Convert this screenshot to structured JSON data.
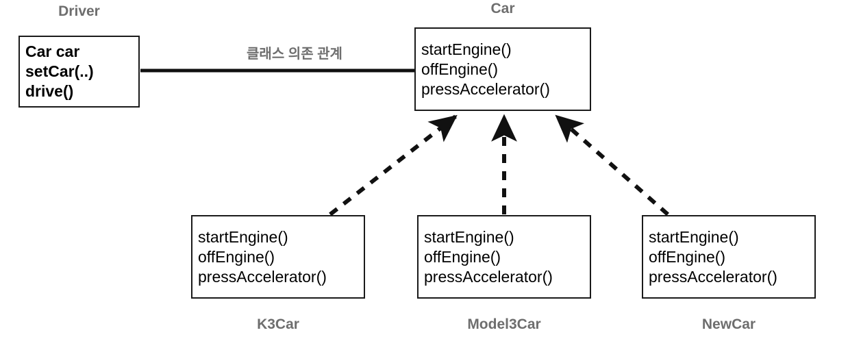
{
  "diagram": {
    "title_color": "#6e6e6e",
    "line_color": "#1a1a1a",
    "background": "#ffffff",
    "nodes": [
      {
        "id": "driver",
        "title": "Driver",
        "title_position": "above",
        "members": [
          "Car car",
          "setCar(..)",
          "drive()"
        ]
      },
      {
        "id": "car",
        "title": "Car",
        "title_position": "above",
        "members": [
          "startEngine()",
          "offEngine()",
          "pressAccelerator()"
        ]
      },
      {
        "id": "k3car",
        "title": "K3Car",
        "title_position": "below",
        "members": [
          "startEngine()",
          "offEngine()",
          "pressAccelerator()"
        ]
      },
      {
        "id": "model3car",
        "title": "Model3Car",
        "title_position": "below",
        "members": [
          "startEngine()",
          "offEngine()",
          "pressAccelerator()"
        ]
      },
      {
        "id": "newcar",
        "title": "NewCar",
        "title_position": "below",
        "members": [
          "startEngine()",
          "offEngine()",
          "pressAccelerator()"
        ]
      }
    ],
    "edges": [
      {
        "id": "driver-to-car",
        "from": "driver",
        "to": "car",
        "style": "solid",
        "arrowhead": "filled",
        "label": "클래스 의존 관계"
      },
      {
        "id": "k3car-to-car",
        "from": "k3car",
        "to": "car",
        "style": "dashed",
        "arrowhead": "filled",
        "label": ""
      },
      {
        "id": "model3car-to-car",
        "from": "model3car",
        "to": "car",
        "style": "dashed",
        "arrowhead": "filled",
        "label": ""
      },
      {
        "id": "newcar-to-car",
        "from": "newcar",
        "to": "car",
        "style": "dashed",
        "arrowhead": "filled",
        "label": ""
      }
    ]
  }
}
